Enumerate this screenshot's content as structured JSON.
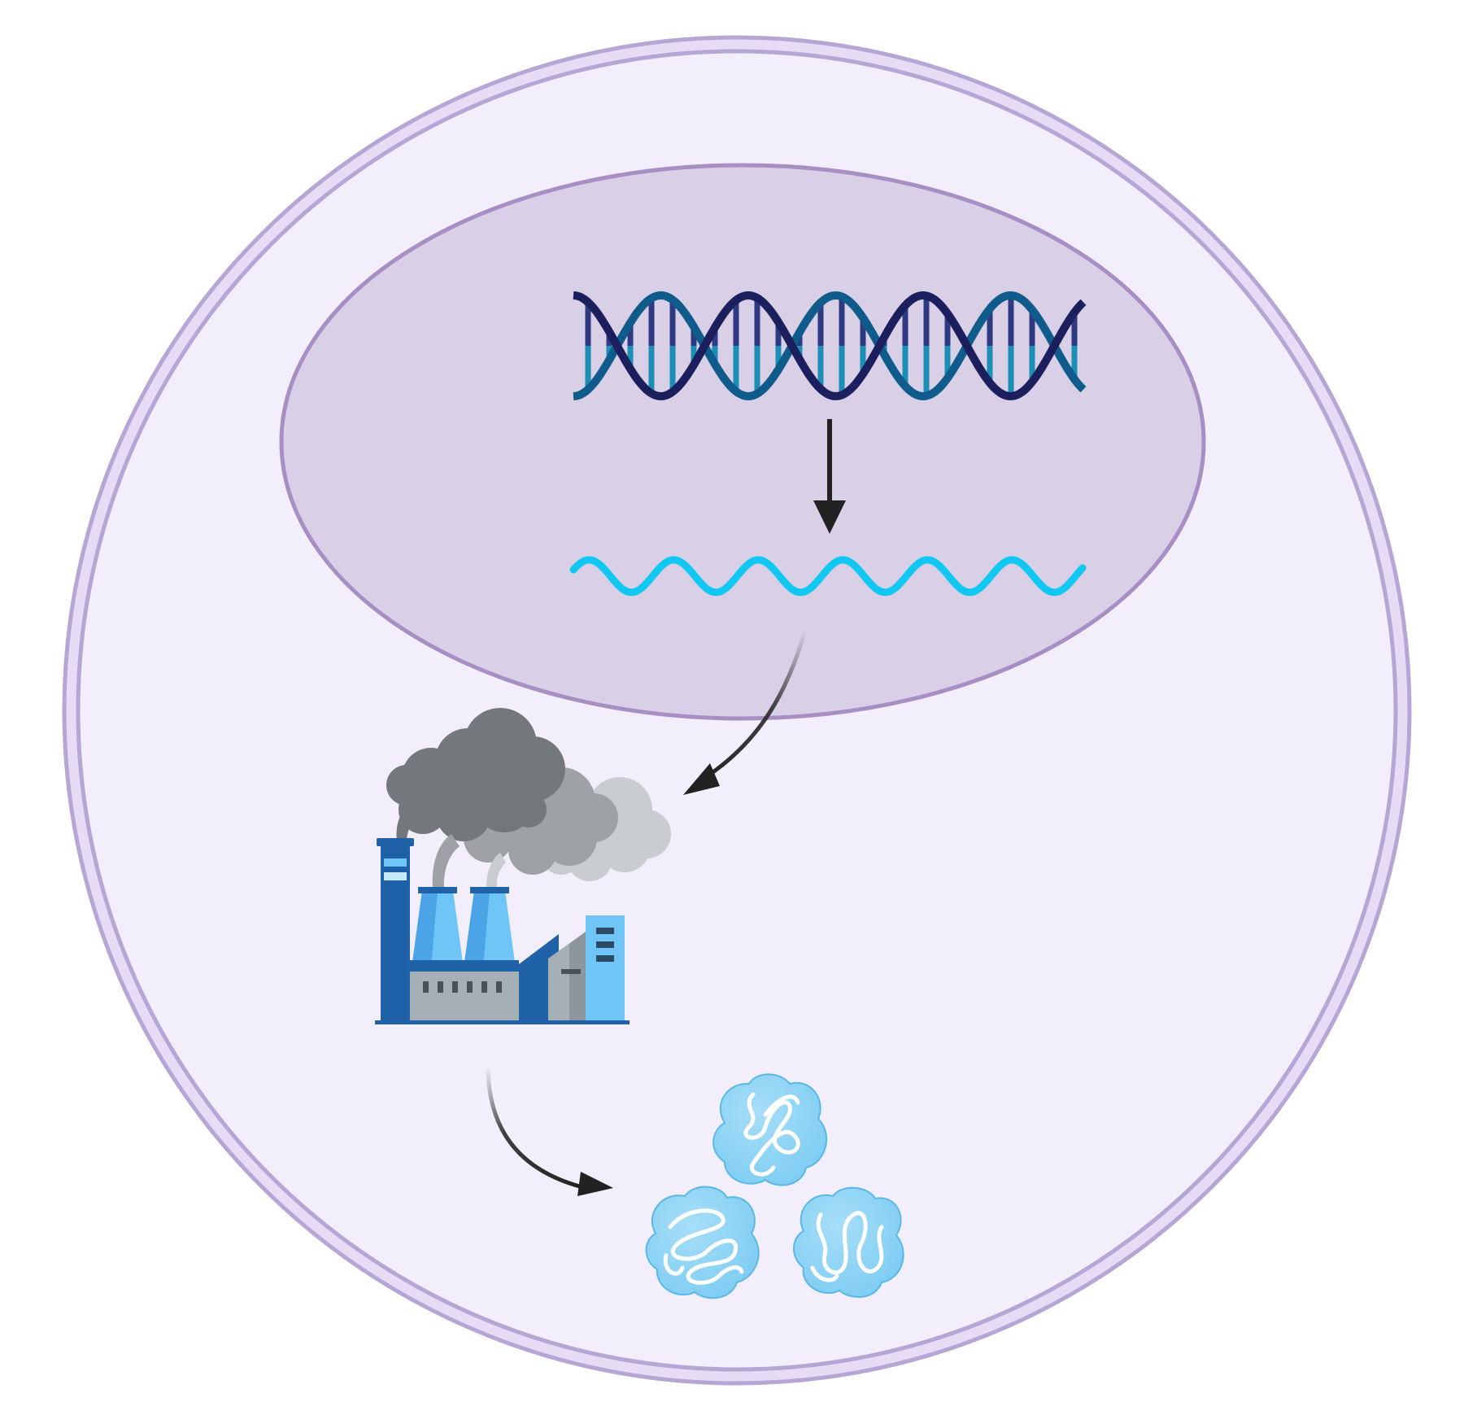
{
  "diagram": {
    "kind": "central-dogma-illustration",
    "palette": {
      "cell_outer_ring": "#e6dcf6",
      "cell_ring_line": "#b5a6d6",
      "cytoplasm": "#f2eefb",
      "nucleus_fill": "#d9d0e7",
      "nucleus_stroke": "#a78ec4",
      "dna_strand_dark": "#1c1f5e",
      "dna_strand_teal": "#0f5c8c",
      "dna_rung_a": "#1b8fb5",
      "dna_rung_b": "#2e3a82",
      "mrna": "#12c8f2",
      "arrow": "#222222",
      "factory_dark_blue": "#1f62a8",
      "factory_light_blue": "#6fc6f6",
      "factory_grey": "#a4b0b6",
      "smoke_dark": "#73787c",
      "smoke_mid": "#9ea2a6",
      "smoke_light": "#c9ccd0",
      "protein_fill": "#7fcdf3",
      "protein_fill_light": "#a6def8",
      "protein_strand": "#ffffff"
    },
    "elements": [
      {
        "id": "cell",
        "icon": "cell-membrane-icon"
      },
      {
        "id": "nucleus",
        "icon": "nucleus-icon"
      },
      {
        "id": "dna",
        "icon": "dna-double-helix-icon"
      },
      {
        "id": "transcription",
        "icon": "arrow-down-icon"
      },
      {
        "id": "mrna",
        "icon": "mrna-strand-icon"
      },
      {
        "id": "export",
        "icon": "curved-arrow-icon"
      },
      {
        "id": "ribosome",
        "icon": "factory-icon"
      },
      {
        "id": "translation",
        "icon": "curved-arrow-icon"
      },
      {
        "id": "proteins",
        "icon": "folded-protein-icon",
        "count": 3
      }
    ]
  }
}
